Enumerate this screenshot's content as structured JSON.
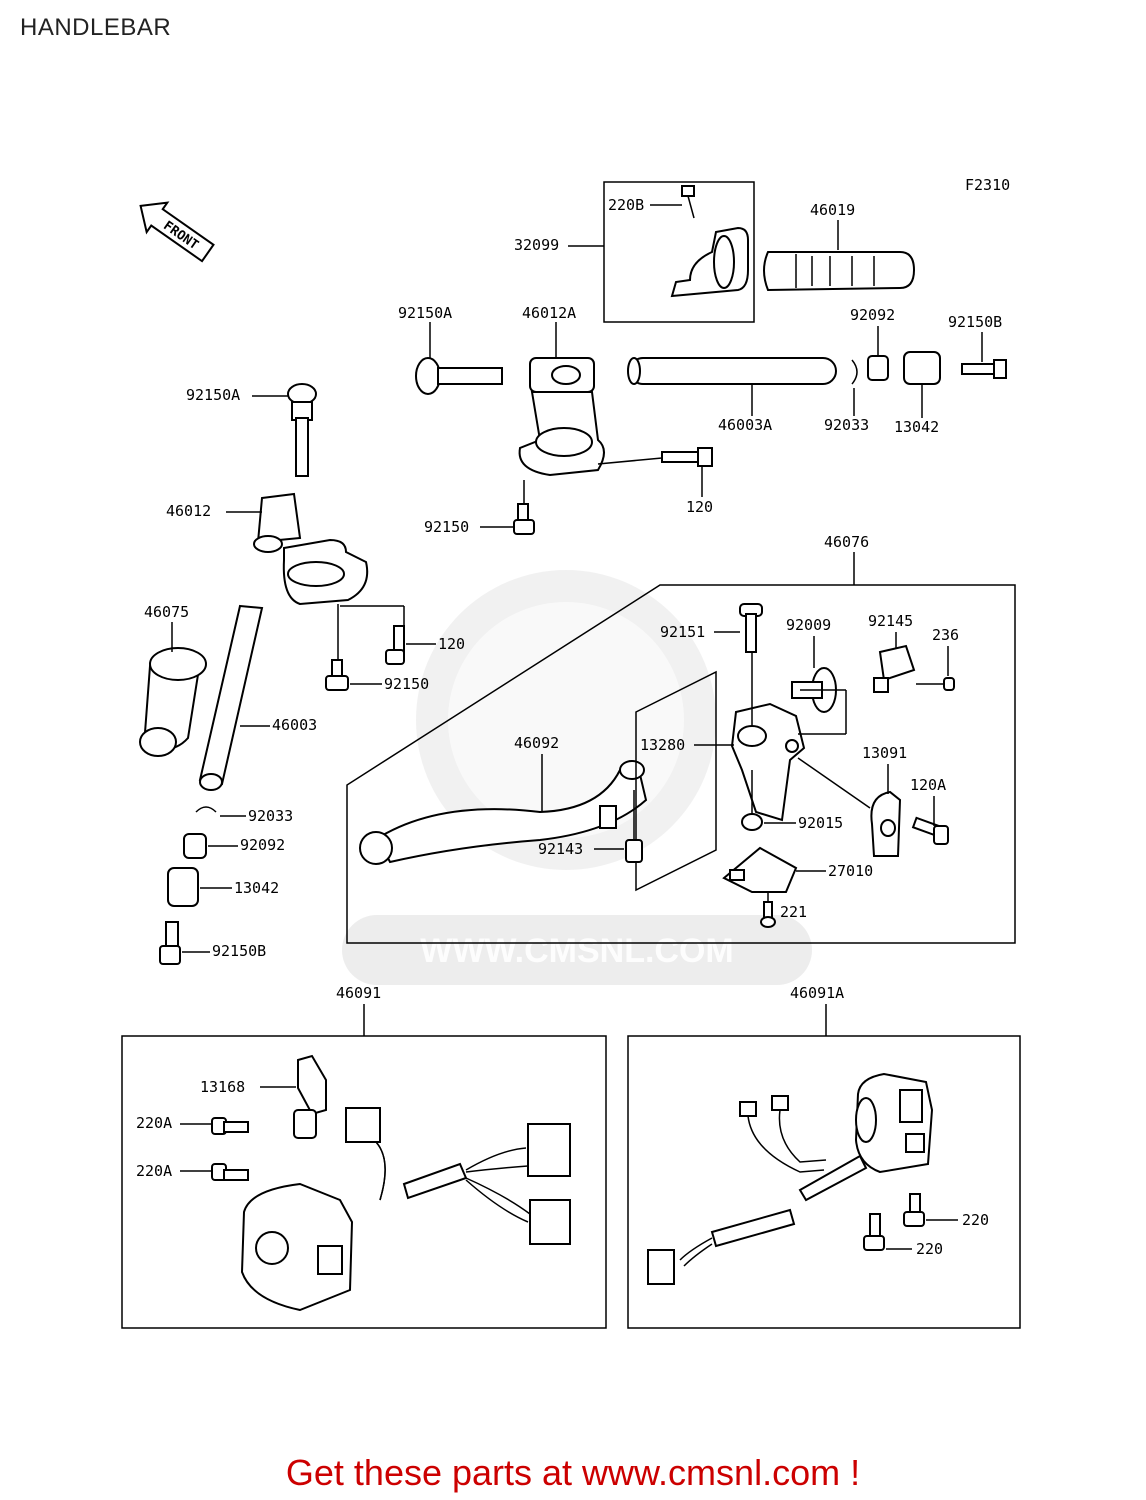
{
  "title": "HANDLEBAR",
  "figure_code": "F2310",
  "front_arrow_label": "FRONT",
  "watermark_text": "WWW.CMSNL.COM",
  "footer_text": "Get these parts at www.cmsnl.com !",
  "colors": {
    "footer": "#cc0000",
    "watermark": "#e6e6e6",
    "lines": "#000000"
  },
  "labels": {
    "l_220B": "220B",
    "l_32099": "32099",
    "l_46019": "46019",
    "l_92150A_top": "92150A",
    "l_46012A": "46012A",
    "l_92092_top": "92092",
    "l_92150B_top": "92150B",
    "l_46003A": "46003A",
    "l_92033_top": "92033",
    "l_13042_top": "13042",
    "l_120_top": "120",
    "l_92150_top": "92150",
    "l_92150A_left": "92150A",
    "l_46012": "46012",
    "l_46076": "46076",
    "l_46075": "46075",
    "l_120_left": "120",
    "l_92150_left": "92150",
    "l_46003": "46003",
    "l_92033_left": "92033",
    "l_92092_left": "92092",
    "l_13042_left": "13042",
    "l_92150B_left": "92150B",
    "l_92151": "92151",
    "l_92009": "92009",
    "l_92145": "92145",
    "l_236": "236",
    "l_46092": "46092",
    "l_13280": "13280",
    "l_13091": "13091",
    "l_120A": "120A",
    "l_92015": "92015",
    "l_92143": "92143",
    "l_27010": "27010",
    "l_221": "221",
    "l_46091": "46091",
    "l_46091A": "46091A",
    "l_13168": "13168",
    "l_220A_1": "220A",
    "l_220A_2": "220A",
    "l_220_1": "220",
    "l_220_2": "220"
  }
}
